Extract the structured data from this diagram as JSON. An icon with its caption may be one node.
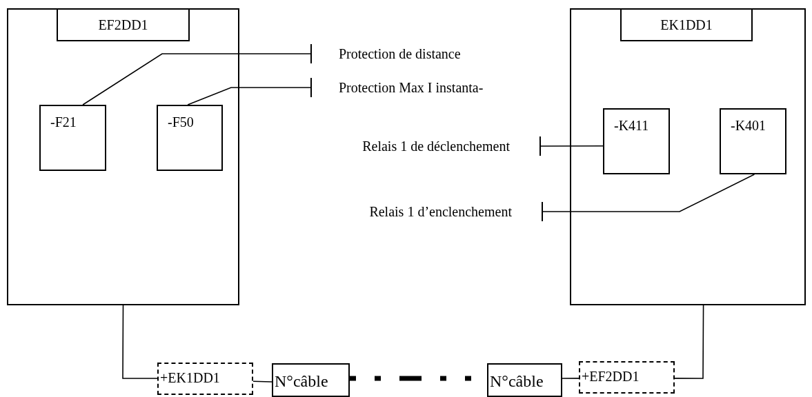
{
  "diagram": {
    "nodes": [
      {
        "text": [],
        "shape": "box"
      },
      {
        "text": [
          "EF2DD1"
        ],
        "in": 0
      },
      {
        "text": [
          "-F21"
        ],
        "in": 0
      },
      {
        "text": [
          "-F50"
        ],
        "in": 0
      },
      {
        "text": [],
        "shape": "box"
      },
      {
        "text": [
          "EK1DD1"
        ],
        "in": 4
      },
      {
        "text": [
          "-K411"
        ],
        "in": 4
      },
      {
        "text": [
          "-K401"
        ],
        "in": 4
      },
      {
        "text": [
          "Protection de distance"
        ]
      },
      {
        "text": [
          "Protection Max I instanta-"
        ]
      },
      {
        "text": [
          "Relais 1 de déclenchement"
        ]
      },
      {
        "text": [
          "Relais 1 d’enclenchement"
        ]
      },
      {
        "text": [
          "+EK1DD1"
        ]
      },
      {
        "text": [
          "N°câble"
        ]
      },
      {
        "text": [
          "N°câble"
        ]
      },
      {
        "text": [
          "+EF2DD1"
        ]
      }
    ],
    "edges": [
      {
        "from": 2,
        "to": 8,
        "arrow": "other"
      },
      {
        "from": 3,
        "to": 9,
        "arrow": "other"
      },
      {
        "from": 6,
        "to": 10,
        "arrow": "other"
      },
      {
        "from": 7,
        "to": 11,
        "arrow": "other"
      },
      {
        "from": 0,
        "to": 12,
        "arrow": "none"
      },
      {
        "from": 12,
        "to": 13,
        "arrow": "none"
      },
      {
        "from": 13,
        "to": 14,
        "arrow": "none",
        "style": "dashed"
      },
      {
        "from": 14,
        "to": 15,
        "arrow": "none"
      },
      {
        "from": 15,
        "to": 4,
        "arrow": "none"
      }
    ]
  }
}
